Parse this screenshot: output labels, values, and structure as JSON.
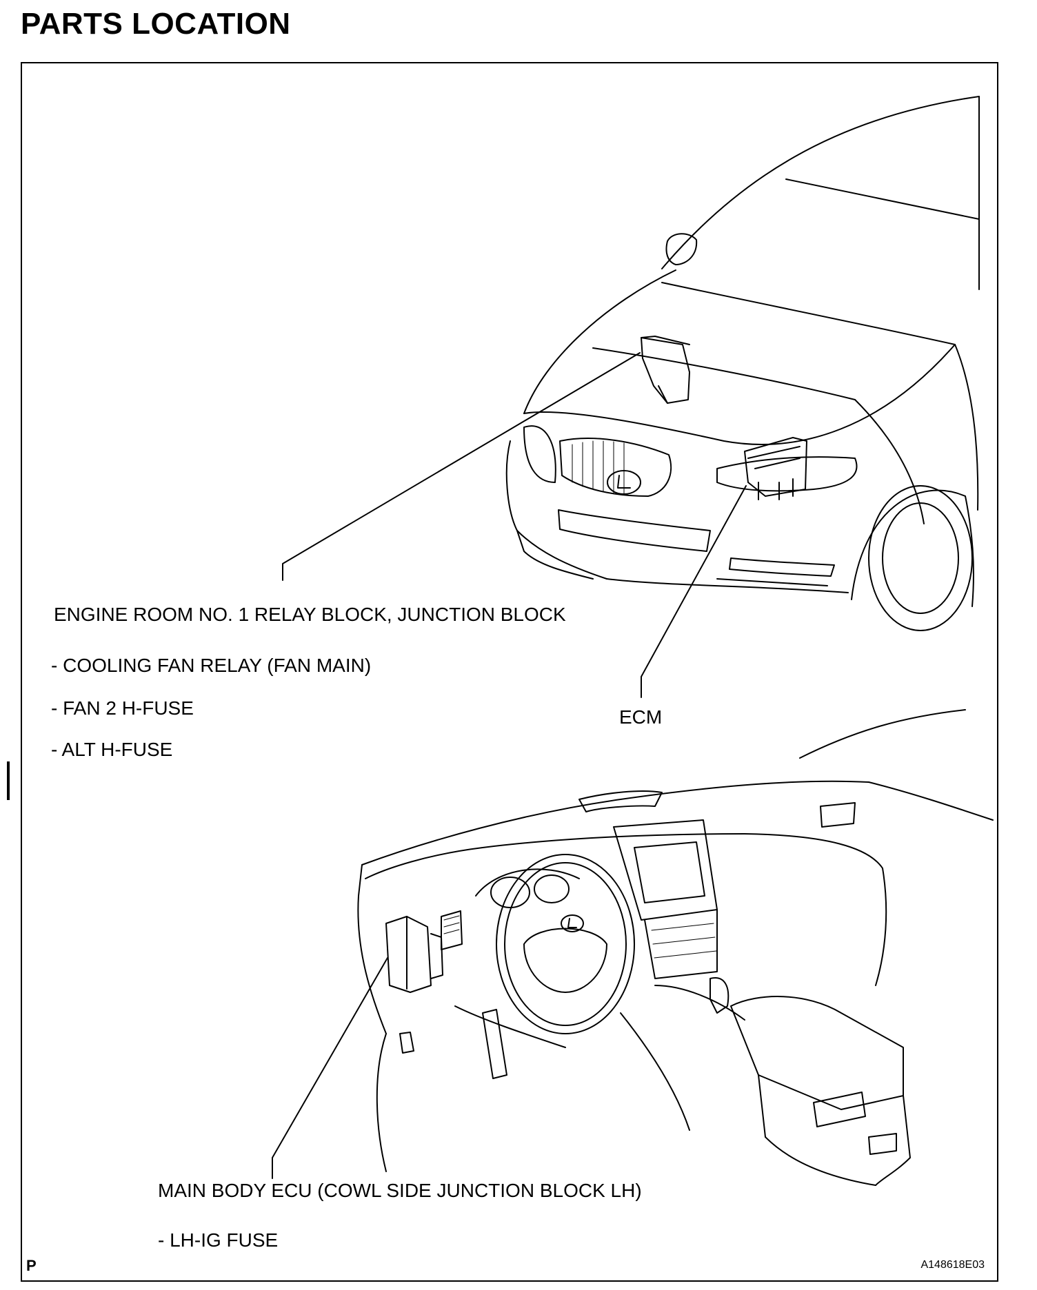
{
  "title": "PARTS LOCATION",
  "labels": {
    "engine_room": "ENGINE ROOM NO. 1 RELAY BLOCK, JUNCTION BLOCK",
    "cooling_fan": "- COOLING FAN RELAY (FAN MAIN)",
    "fan2": "- FAN 2 H-FUSE",
    "alt": "- ALT H-FUSE",
    "ecm": "ECM",
    "main_body": "MAIN BODY ECU (COWL SIDE JUNCTION BLOCK LH)",
    "lhig": "- LH-IG FUSE"
  },
  "footer": {
    "corner": "P",
    "code": "A148618E03"
  }
}
